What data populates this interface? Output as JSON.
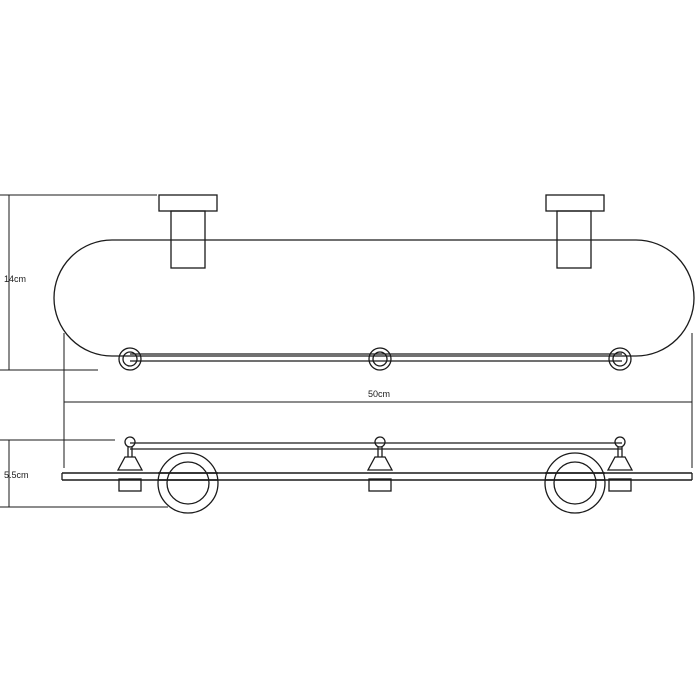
{
  "dimensions": {
    "height_label": "14cm",
    "width_label": "50cm",
    "depth_label": "5.5cm"
  }
}
